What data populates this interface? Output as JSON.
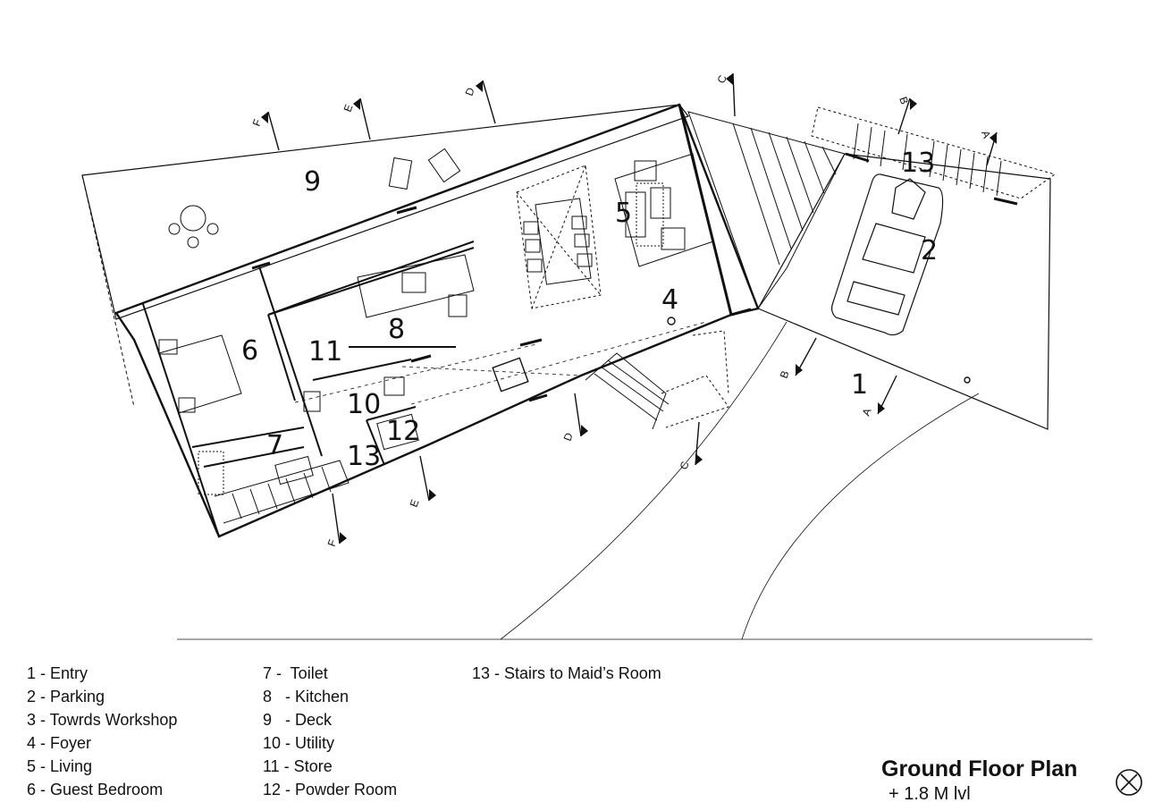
{
  "title": "Ground Floor Plan",
  "subtitle": "+ 1.8 M lvl",
  "legend": {
    "col1": [
      "1 - Entry",
      "2 - Parking",
      "3 - Towrds Workshop",
      "4 - Foyer",
      "5 - Living",
      "6 - Guest Bedroom"
    ],
    "col2": [
      "7 -  Toilet",
      "8   - Kitchen",
      "9   - Deck",
      "10 - Utility",
      "11 - Store",
      "12 - Powder Room"
    ],
    "col3": [
      "13 - Stairs to Maid’s Room"
    ]
  },
  "rooms": [
    {
      "num": "9"
    },
    {
      "num": "5"
    },
    {
      "num": "4"
    },
    {
      "num": "8"
    },
    {
      "num": "6"
    },
    {
      "num": "11"
    },
    {
      "num": "10"
    },
    {
      "num": "12"
    },
    {
      "num": "13"
    },
    {
      "num": "7"
    },
    {
      "num": "2"
    },
    {
      "num": "1"
    },
    {
      "num": "13"
    }
  ],
  "section_markers": [
    {
      "letter": "F"
    },
    {
      "letter": "E"
    },
    {
      "letter": "D"
    },
    {
      "letter": "C"
    },
    {
      "letter": "B"
    },
    {
      "letter": "A"
    },
    {
      "letter": "B"
    },
    {
      "letter": "A"
    },
    {
      "letter": "D"
    },
    {
      "letter": "C"
    },
    {
      "letter": "E"
    },
    {
      "letter": "F"
    }
  ]
}
